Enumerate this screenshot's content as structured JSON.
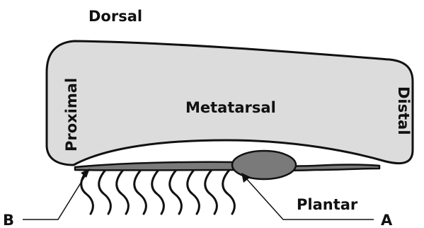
{
  "labels": {
    "dorsal": "Dorsal",
    "plantar": "Plantar",
    "proximal": "Proximal",
    "distal": "Distal",
    "metatarsal": "Metatarsal",
    "pointer_a": "A",
    "pointer_b": "B"
  },
  "colors": {
    "bone_fill": "#dcdcdc",
    "tendon_fill": "#7a7a7a",
    "outline": "#111111",
    "background": "#ffffff"
  },
  "strand_count": 9
}
